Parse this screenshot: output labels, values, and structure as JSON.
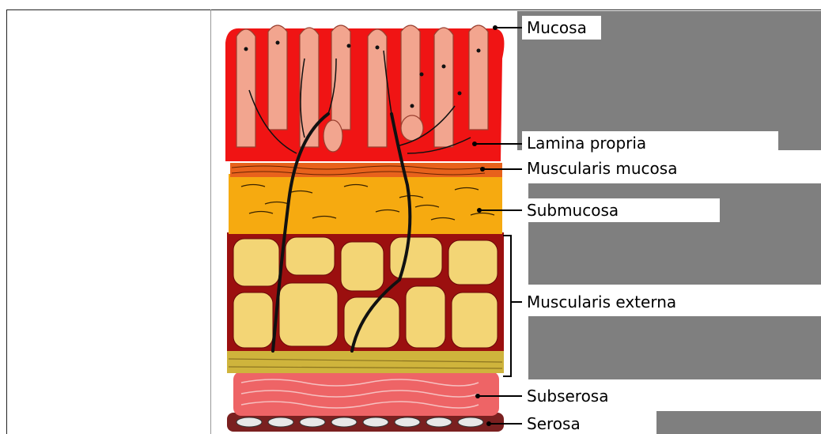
{
  "diagram": {
    "labels": {
      "mucosa": "Mucosa",
      "lamina_propria": "Lamina propria",
      "muscularis_mucosa": "Muscularis mucosa",
      "submucosa": "Submucosa",
      "muscularis_externa": "Muscularis externa",
      "subserosa": "Subserosa",
      "serosa": "Serosa"
    },
    "colors": {
      "mucosa_red": "#f01414",
      "villus_pink": "#f2a58f",
      "muscularis_mucosa": "#e8621c",
      "submucosa_orange": "#f6aa10",
      "externa_darkred": "#9b0f0f",
      "externa_cells": "#f3d575",
      "longitudinal_band": "#cfb43c",
      "subserosa_pink": "#ee6466",
      "serosa_dark": "#7a2020",
      "panel_gray": "#7f7f7f",
      "vessel": "#111111"
    }
  }
}
